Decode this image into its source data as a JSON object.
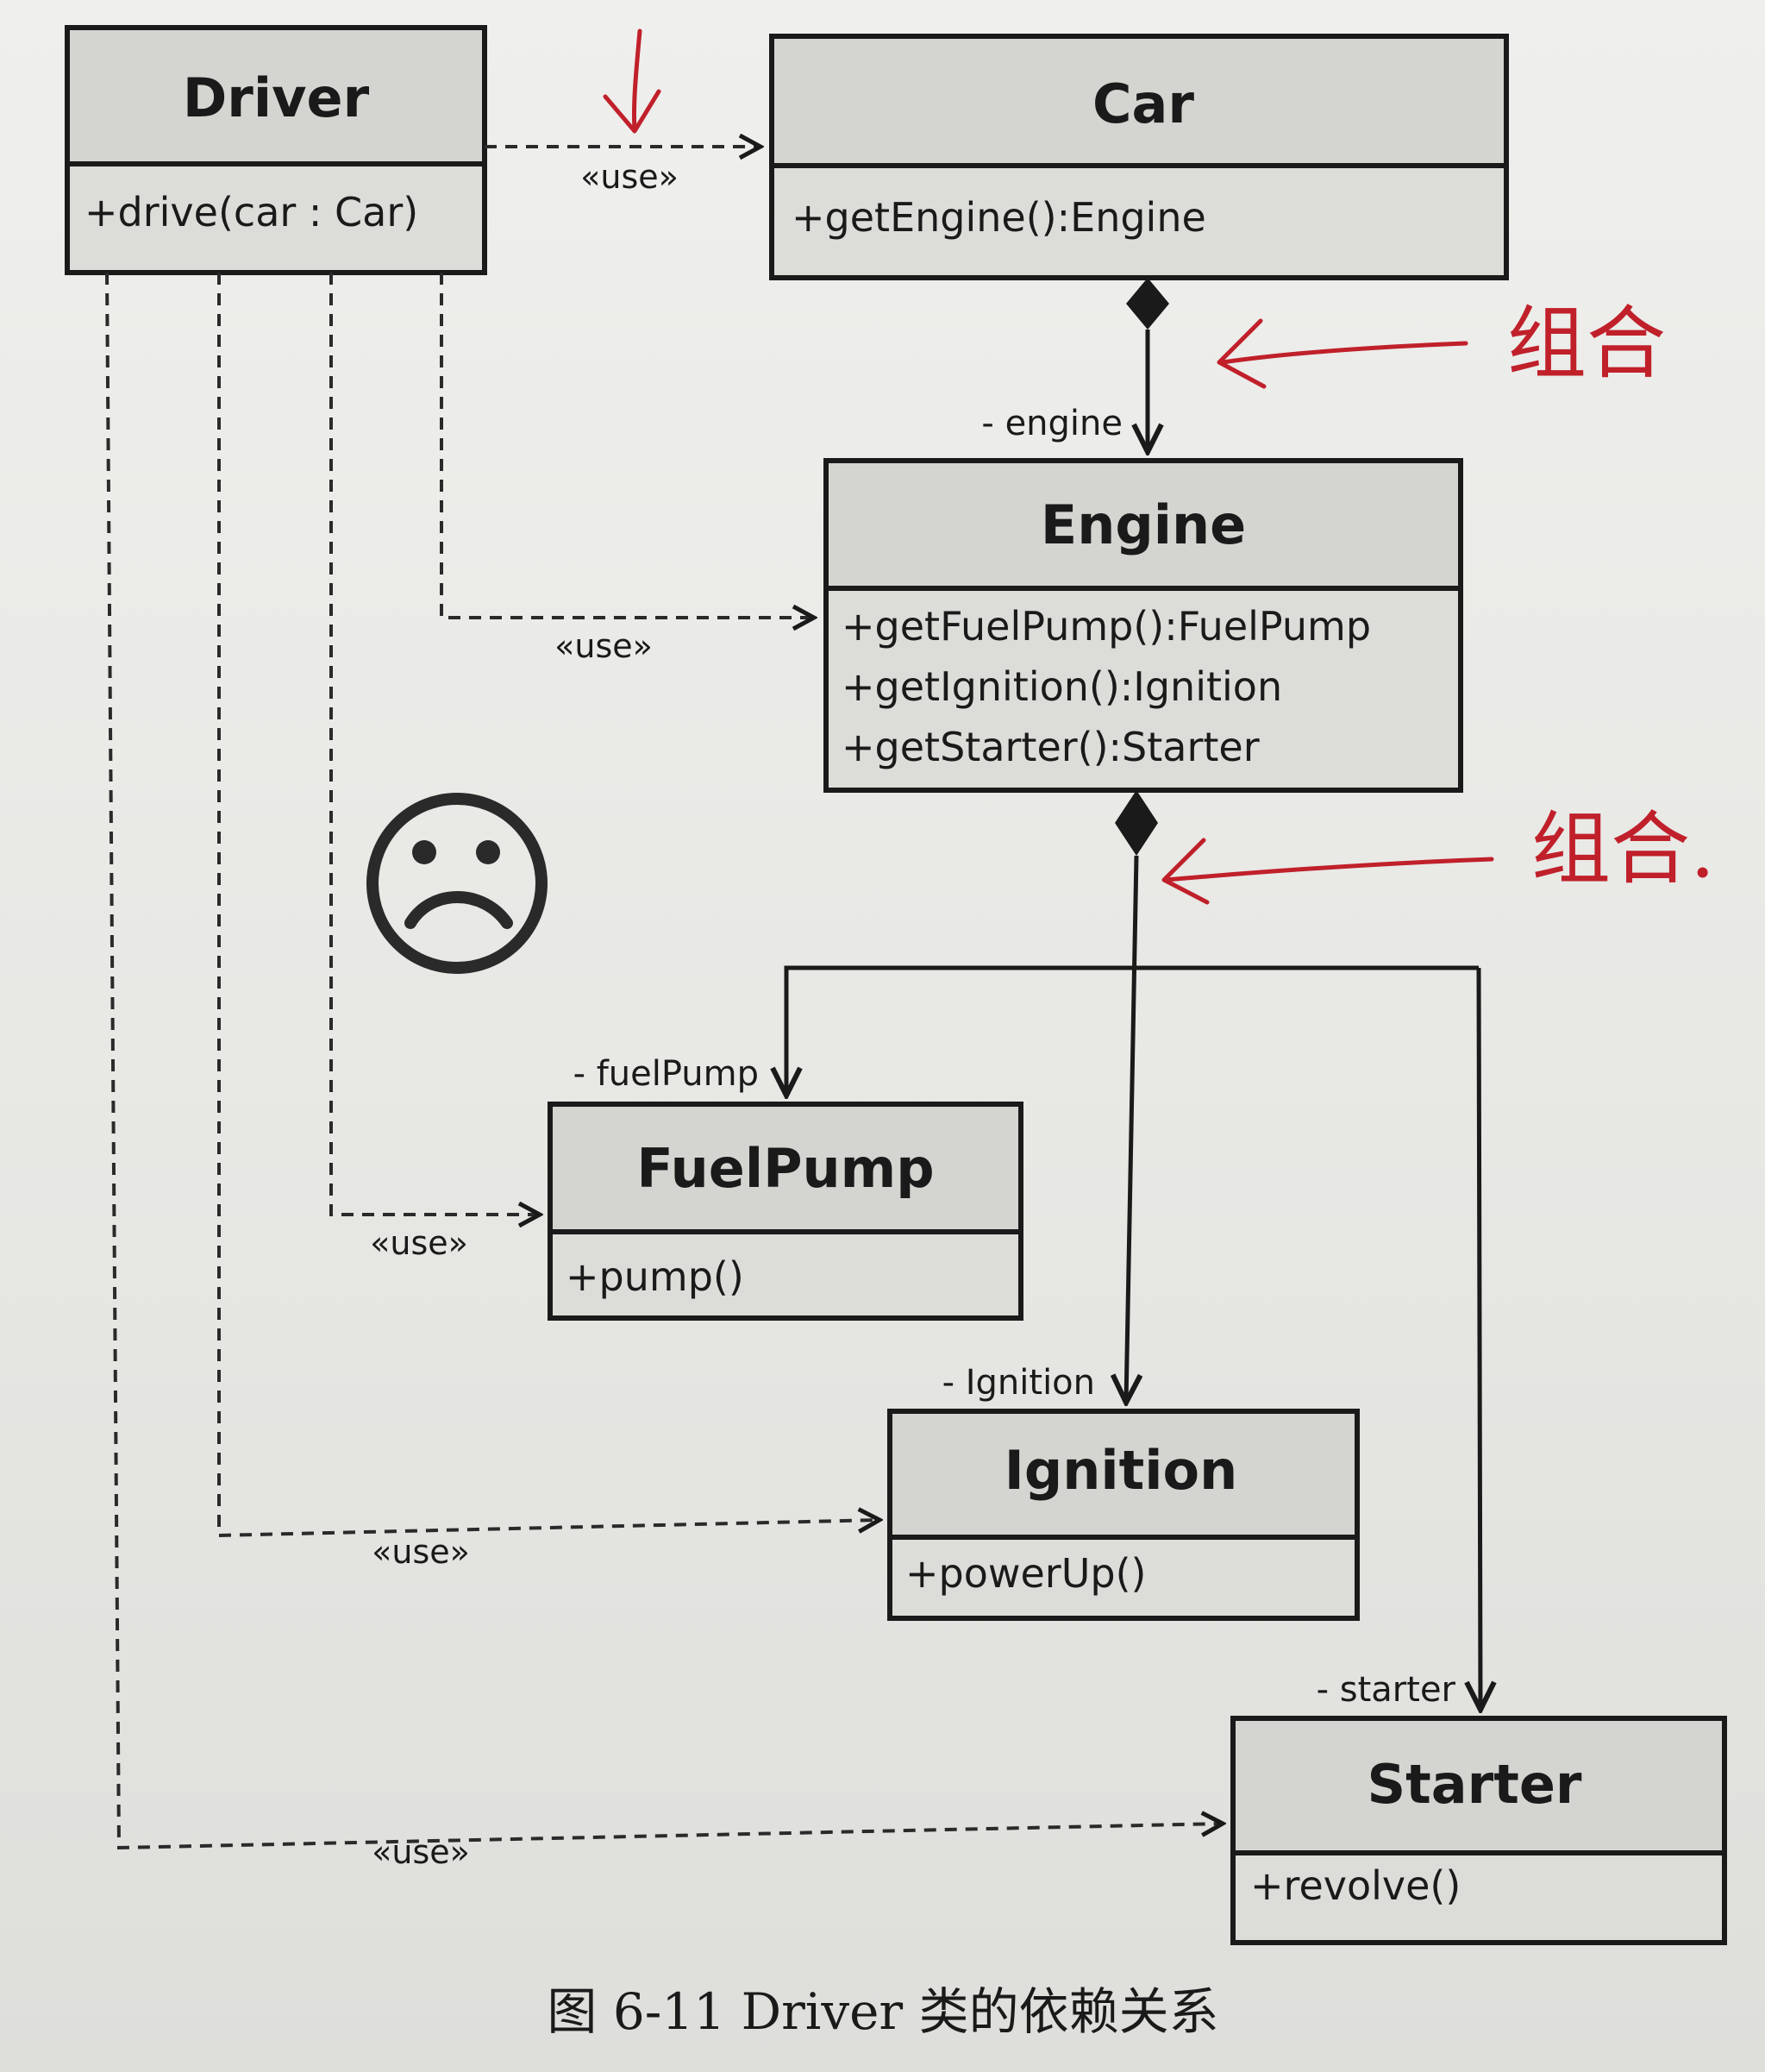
{
  "diagram": {
    "classes": {
      "driver": {
        "name": "Driver",
        "methods": [
          "+drive(car : Car)"
        ]
      },
      "car": {
        "name": "Car",
        "methods": [
          "+getEngine():Engine"
        ]
      },
      "engine": {
        "name": "Engine",
        "methods": [
          "+getFuelPump():FuelPump",
          "+getIgnition():Ignition",
          "+getStarter():Starter"
        ]
      },
      "fuelpump": {
        "name": "FuelPump",
        "methods": [
          "+pump()"
        ]
      },
      "ignition": {
        "name": "Ignition",
        "methods": [
          "+powerUp()"
        ]
      },
      "starter": {
        "name": "Starter",
        "methods": [
          "+revolve()"
        ]
      }
    },
    "dependency_label": "«use»",
    "roles": {
      "engine": "- engine",
      "fuelpump": "- fuelPump",
      "ignition": "- Ignition",
      "starter": "- starter"
    },
    "annotations": {
      "composition_1": "组合",
      "composition_2": "组合."
    },
    "caption": "图 6-11   Driver 类的依赖关系"
  },
  "colors": {
    "box_fill": "#d4d4d1",
    "line": "#1a1a1a",
    "annotation": "#c0202a",
    "paper": "#e9e9e7"
  },
  "icons": [
    "sad-face-icon",
    "composition-diamond-icon",
    "arrowhead-icon"
  ]
}
